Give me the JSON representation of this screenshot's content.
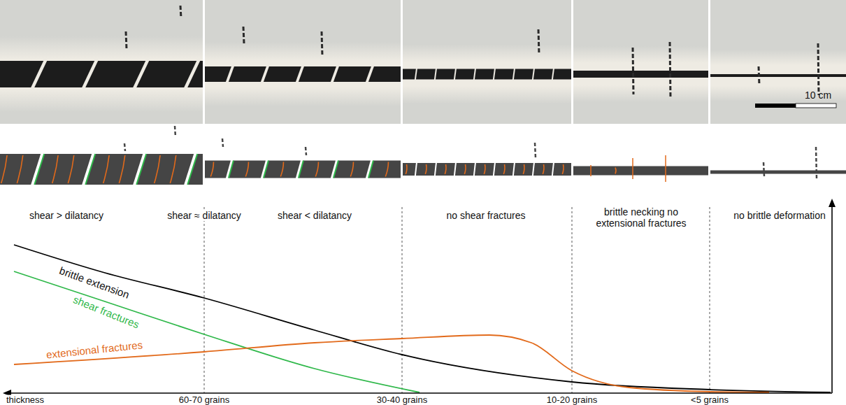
{
  "diagram": {
    "labels": [
      "10 cm",
      "shear > dilatancy",
      "shear ≈ dilatancy",
      "shear < dilatancy",
      "no shear fractures",
      "brittle necking no extensional fractures",
      "no brittle deformation",
      "brittle extension",
      "shear fractures",
      "extensional fractures",
      "thickness",
      "60-70 grains",
      "30-40 grains",
      "10-20 grains",
      "<5 grains"
    ]
  }
}
